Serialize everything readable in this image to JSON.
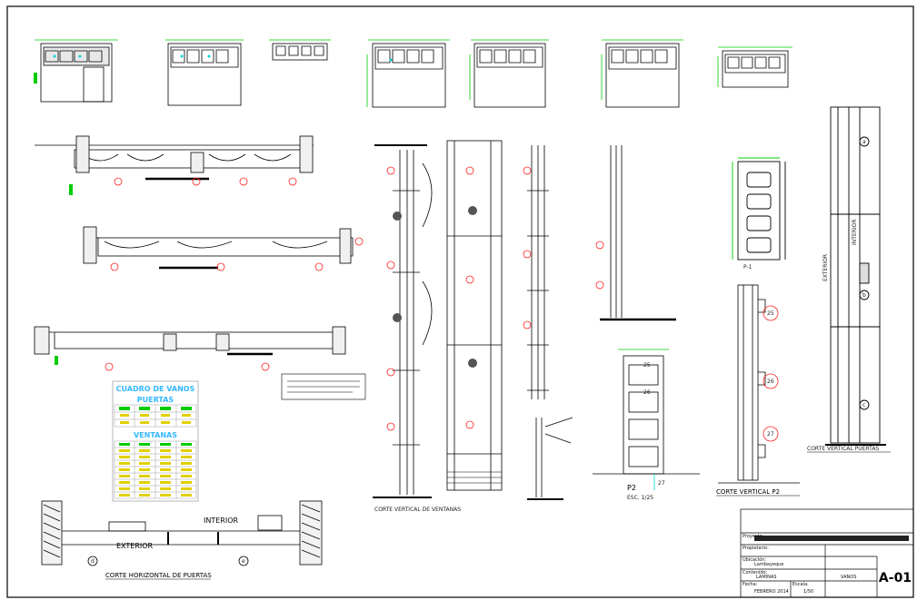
{
  "sheet": {
    "number": "A-01",
    "titles": {
      "corte_horizontal": "CORTE HORIZONTAL DE PUERTAS",
      "corte_vertical_ventanas": "CORTE VERTICAL DE VENTANAS",
      "corte_vertical_p2": "CORTE VERTICAL  P2",
      "corte_vertical_puertas": "CORTE VERTICAL  PUERTAS"
    },
    "labels": {
      "exterior": "EXTERIOR",
      "interior": "INTERIOR",
      "p1": "P-1",
      "p2": "P2",
      "p2_scale": "ESC. 1/25",
      "marker_d": "d",
      "marker_e": "e",
      "marker_a": "a",
      "marker_b": "b",
      "marker_c": "c"
    },
    "tags": [
      "25",
      "26",
      "27"
    ]
  },
  "table": {
    "title": "CUADRO DE VANOS",
    "doors_header": "PUERTAS",
    "windows_header": "VENTANAS"
  },
  "titleblock": {
    "drawing_number": "A-01",
    "row_labels": [
      "Proyecto:",
      "Propietario:",
      "Ubicación:",
      "Contenido:",
      "Escala:",
      "Fecha:"
    ],
    "values": {
      "location": "Lambayeque",
      "content": "LAMINAS",
      "date": "FEBRERO 2014",
      "scale": "1/50",
      "section": "VANOS"
    }
  },
  "colors": {
    "background": "#ffffff",
    "line": "#000000",
    "cyan": "#00d5d5",
    "green": "#00cc00",
    "red": "#ff2222",
    "blue_text": "#33b8ff"
  }
}
